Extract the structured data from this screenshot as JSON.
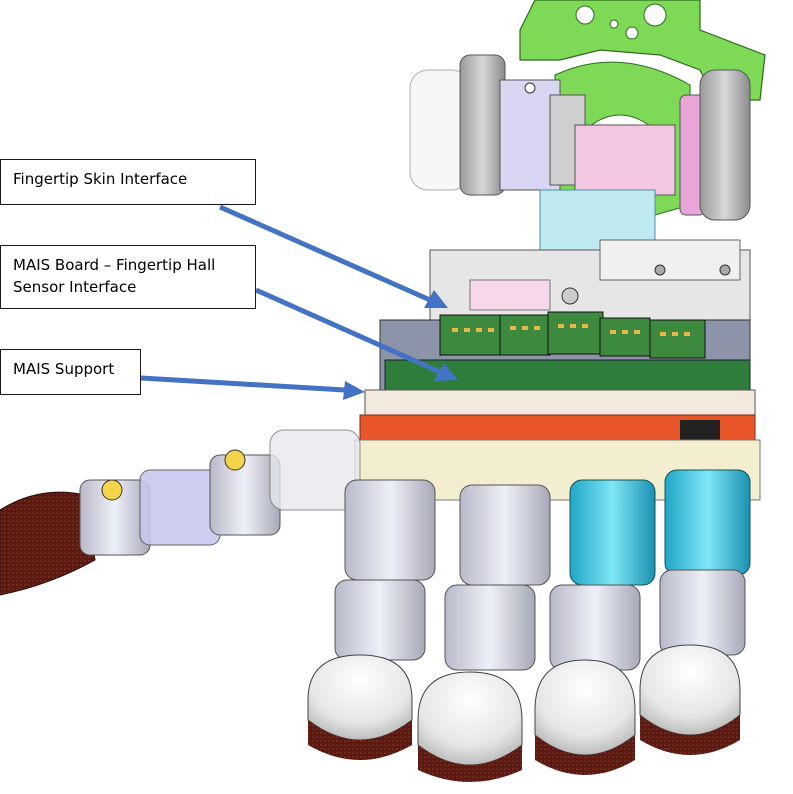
{
  "figure": {
    "subject": "Robotic hand CAD assembly with fingertip sensor electronics",
    "labels": [
      {
        "id": "skin",
        "text": "Fingertip Skin Interface"
      },
      {
        "id": "mais",
        "text": "MAIS Board – Fingertip Hall Sensor Interface"
      },
      {
        "id": "support",
        "text": "MAIS Support"
      }
    ],
    "colors": {
      "arrow": "#4472c4",
      "pcb": "#2e7d3a",
      "bracket_green": "#7ed957",
      "support_orange": "#e8562a",
      "fingertip": "#5a1a12",
      "cyan_motor": "#36c6e6",
      "lavender": "#c9c7f0"
    }
  }
}
